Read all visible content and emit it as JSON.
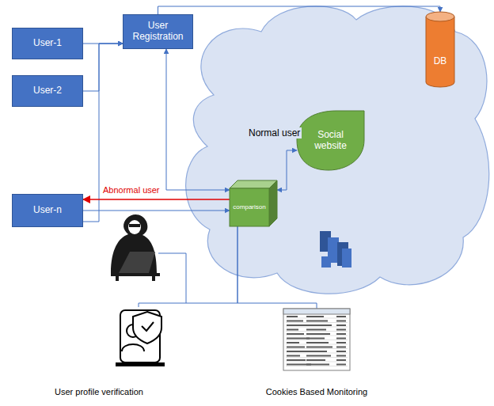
{
  "diagram": {
    "nodes": [
      {
        "text": [
          "User-1"
        ]
      },
      {
        "text": [
          "User-2"
        ]
      },
      {
        "text": [
          "User-n"
        ]
      },
      {
        "text": [
          "User Registration"
        ]
      },
      {
        "text": [
          "DB"
        ]
      },
      {
        "text": [
          "Social website"
        ]
      },
      {
        "text": [
          "comparison"
        ]
      },
      {
        "text": [
          "User profile verification"
        ]
      },
      {
        "text": [
          "Cookies Based Monitoring"
        ]
      }
    ],
    "edges": [
      {
        "from": 0,
        "to": 3,
        "arrow": "to"
      },
      {
        "from": 1,
        "to": 3,
        "arrow": "to"
      },
      {
        "from": 2,
        "to": 3,
        "arrow": "to"
      },
      {
        "from": 3,
        "to": 4,
        "arrow": "to"
      },
      {
        "from": 3,
        "to": 6,
        "arrow": "both"
      },
      {
        "from": 6,
        "to": 5,
        "label": "Normal user",
        "arrow": "both"
      },
      {
        "from": 6,
        "to": 2,
        "label": "Abnormal user",
        "arrow": "to"
      },
      {
        "from": 2,
        "to": 6,
        "arrow": "to"
      },
      {
        "from": 6,
        "to": 7,
        "arrow": "none"
      },
      {
        "from": 6,
        "to": 8,
        "arrow": "none"
      }
    ]
  }
}
